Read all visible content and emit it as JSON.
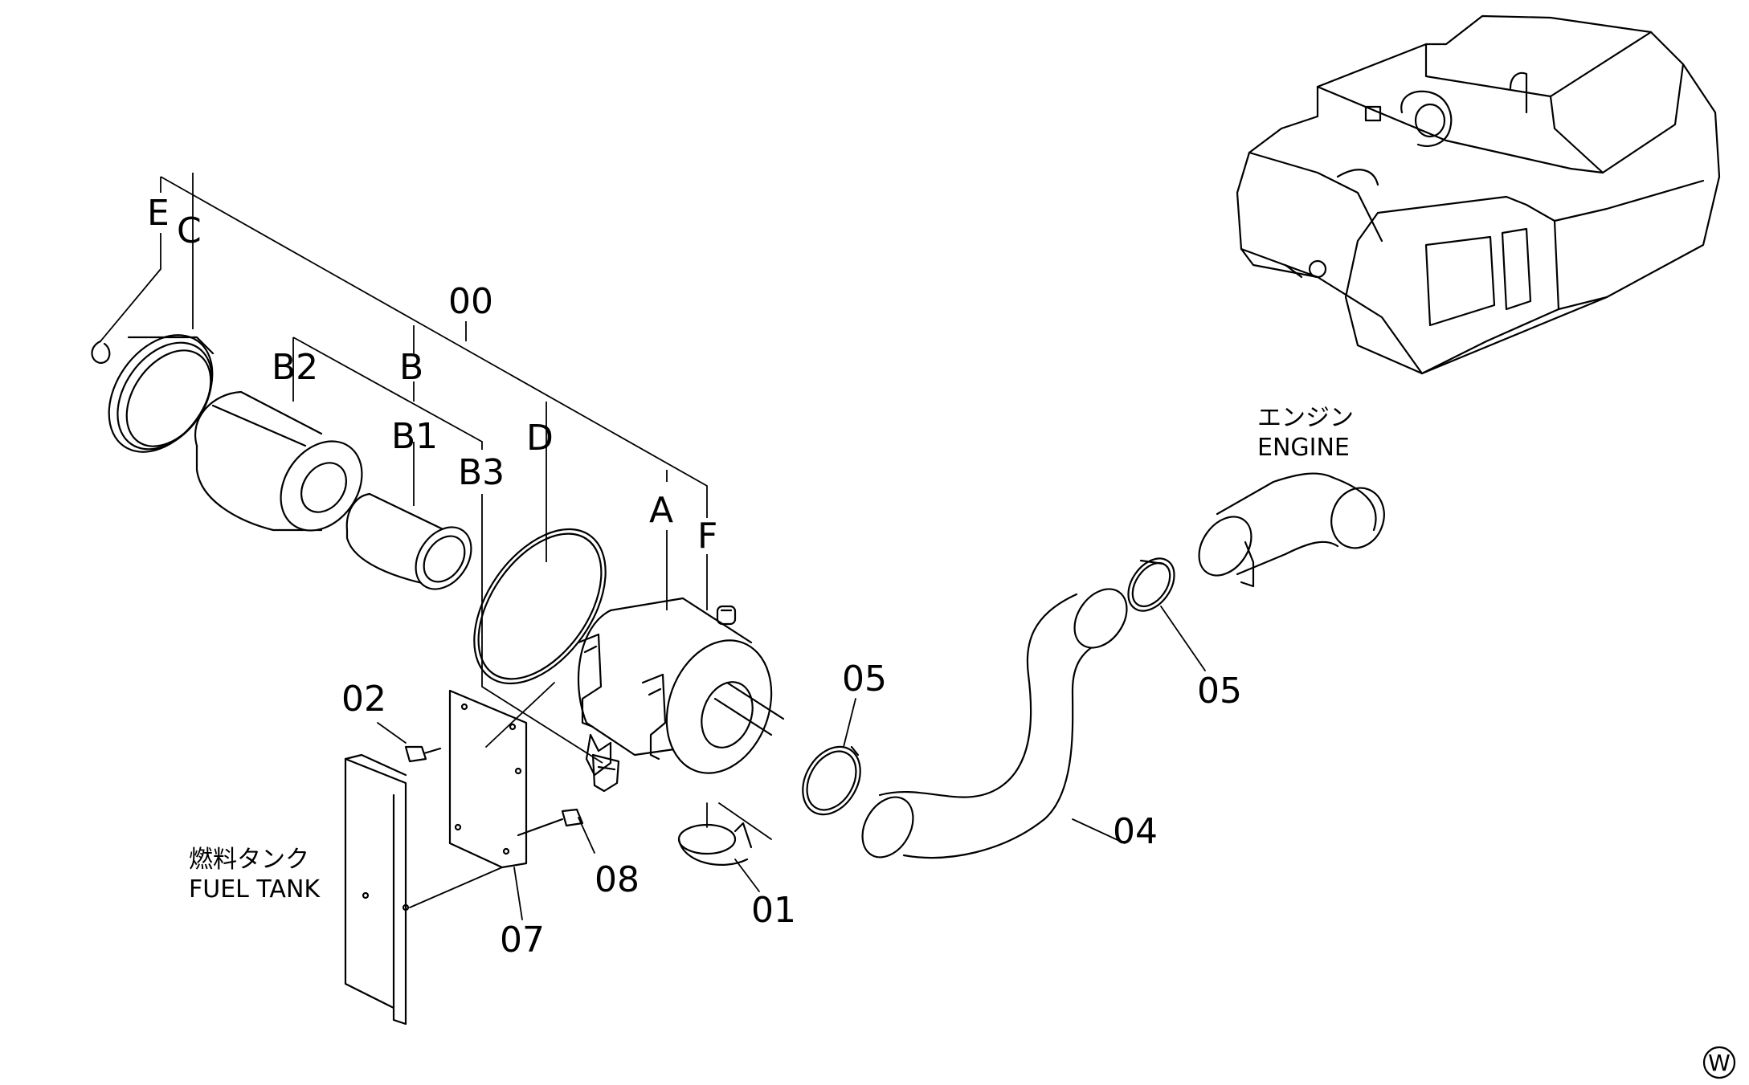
{
  "diagram": {
    "assembly_label": "00",
    "assembly_sublabels": {
      "E": "E",
      "C": "C",
      "B": "B",
      "B1": "B1",
      "B2": "B2",
      "B3": "B3",
      "D": "D",
      "A": "A",
      "F": "F"
    },
    "parts": {
      "p01": "01",
      "p02": "02",
      "p04": "04",
      "p05a": "05",
      "p05b": "05",
      "p07": "07",
      "p08": "08"
    },
    "engine": {
      "jp": "エンジン",
      "en": "ENGINE"
    },
    "fuel_tank": {
      "jp": "燃料タンク",
      "en": "FUEL TANK"
    },
    "corner_mark": "W"
  }
}
